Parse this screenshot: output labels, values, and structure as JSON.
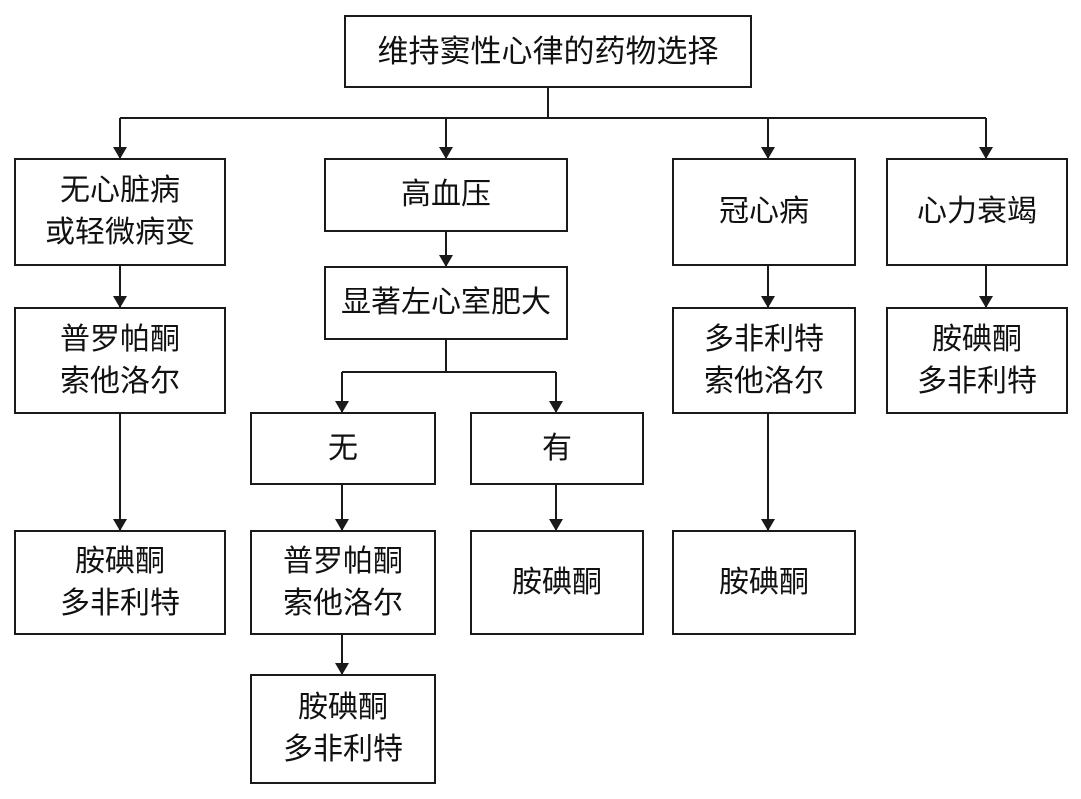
{
  "nodes": {
    "root": {
      "lines": [
        "维持窦性心律的药物选择"
      ]
    },
    "none_heart_disease": {
      "lines": [
        "无心脏病",
        "或轻微病变"
      ]
    },
    "hypertension": {
      "lines": [
        "高血压"
      ]
    },
    "coronary": {
      "lines": [
        "冠心病"
      ]
    },
    "heart_failure": {
      "lines": [
        "心力衰竭"
      ]
    },
    "none_first_line": {
      "lines": [
        "普罗帕酮",
        "索他洛尔"
      ]
    },
    "none_second_line": {
      "lines": [
        "胺碘酮",
        "多非利特"
      ]
    },
    "lvh": {
      "lines": [
        "显著左心室肥大"
      ]
    },
    "lvh_no": {
      "lines": [
        "无"
      ]
    },
    "lvh_yes": {
      "lines": [
        "有"
      ]
    },
    "lvh_no_first": {
      "lines": [
        "普罗帕酮",
        "索他洛尔"
      ]
    },
    "lvh_no_second": {
      "lines": [
        "胺碘酮",
        "多非利特"
      ]
    },
    "lvh_yes_drug": {
      "lines": [
        "胺碘酮"
      ]
    },
    "coronary_first": {
      "lines": [
        "多非利特",
        "索他洛尔"
      ]
    },
    "coronary_second": {
      "lines": [
        "胺碘酮"
      ]
    },
    "hf_drug": {
      "lines": [
        "胺碘酮",
        "多非利特"
      ]
    }
  }
}
